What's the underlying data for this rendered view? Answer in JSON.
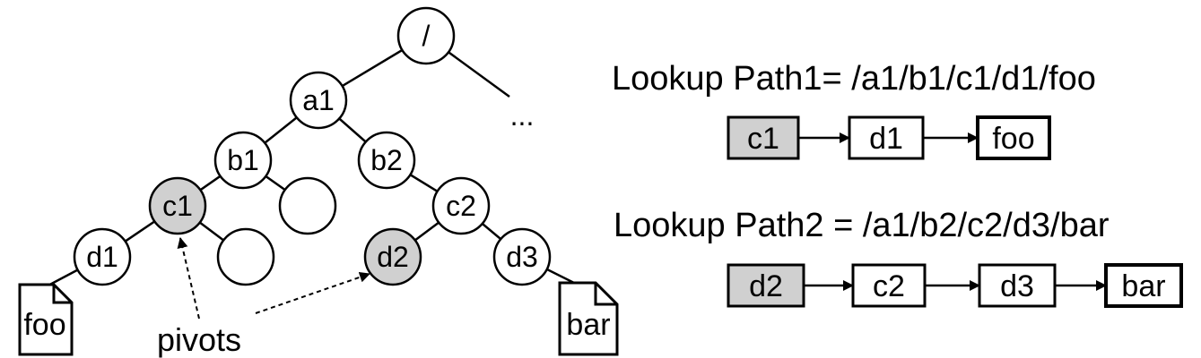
{
  "tree": {
    "root": "/",
    "nodes": {
      "a1": "a1",
      "b1": "b1",
      "b2": "b2",
      "c1": "c1",
      "c2": "c2",
      "d1": "d1",
      "d2": "d2",
      "d3": "d3"
    },
    "ellipsis": "...",
    "files": {
      "foo": "foo",
      "bar": "bar"
    },
    "pivots_label": "pivots",
    "pivot_nodes": [
      "c1",
      "d2"
    ],
    "pivot_fill": "#d0d0d0"
  },
  "lookup1": {
    "title": "Lookup Path1= /a1/b1/c1/d1/foo",
    "steps": [
      "c1",
      "d1",
      "foo"
    ]
  },
  "lookup2": {
    "title": "Lookup Path2 = /a1/b2/c2/d3/bar",
    "steps": [
      "d2",
      "c2",
      "d3",
      "bar"
    ]
  },
  "colors": {
    "stroke": "#000000",
    "pivot": "#d0d0d0",
    "background": "#ffffff"
  }
}
